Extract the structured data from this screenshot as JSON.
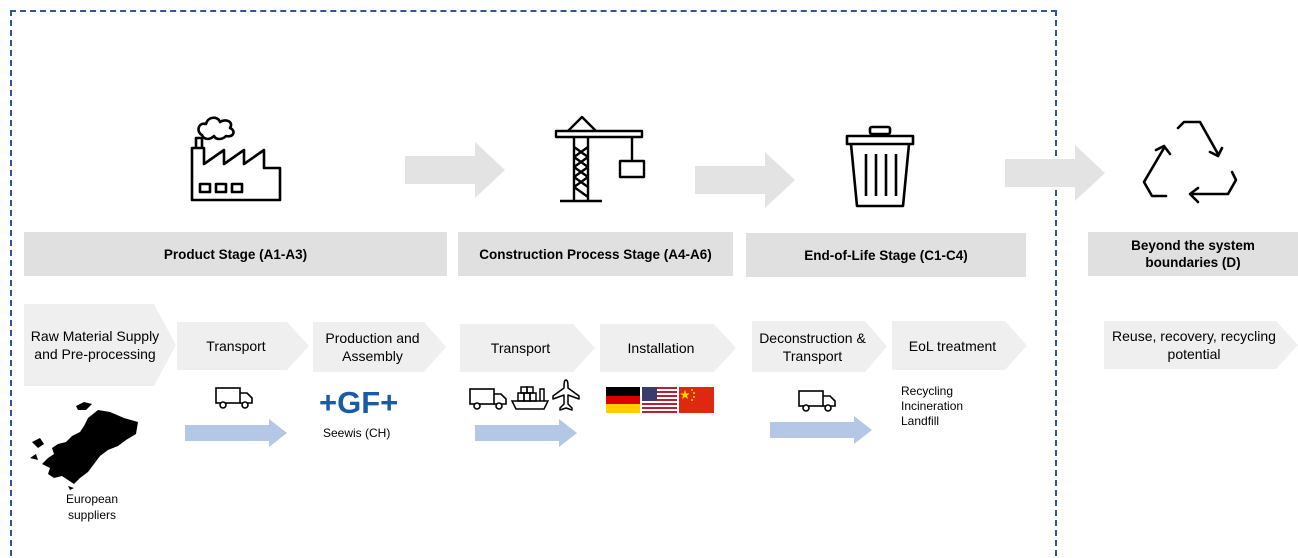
{
  "stages": {
    "product": "Product Stage (A1-A3)",
    "construction": "Construction Process Stage (A4-A6)",
    "eol": "End-of-Life Stage (C1-C4)",
    "beyond": "Beyond the system boundaries (D)"
  },
  "steps": {
    "raw_material": "Raw Material Supply and Pre-processing",
    "transport1": "Transport",
    "production": "Production and Assembly",
    "transport2": "Transport",
    "installation": "Installation",
    "deconstruction": "Deconstruction & Transport",
    "eol_treatment": "EoL treatment",
    "reuse": "Reuse, recovery, recycling potential"
  },
  "labels": {
    "european_suppliers": "European suppliers",
    "gf_logo": "+GF+",
    "seewis": "Seewis (CH)",
    "eol_options": [
      "Recycling",
      "Incineration",
      "Landfill"
    ]
  },
  "icons": {
    "stage_icons": [
      "factory-icon",
      "crane-icon",
      "trash-can-icon",
      "recycle-icon"
    ],
    "transport_icons": [
      "truck-icon",
      "ship-icon",
      "airplane-icon"
    ],
    "flags": [
      "germany-flag",
      "usa-flag",
      "china-flag"
    ]
  },
  "colors": {
    "boundary": "#2f5597",
    "stage_bar": "#e0e0e0",
    "step_chevron": "#efefef",
    "stage_arrow": "#e3e3e3",
    "transport_arrow": "#b4c7e7",
    "gf_blue": "#1a5ba6"
  }
}
